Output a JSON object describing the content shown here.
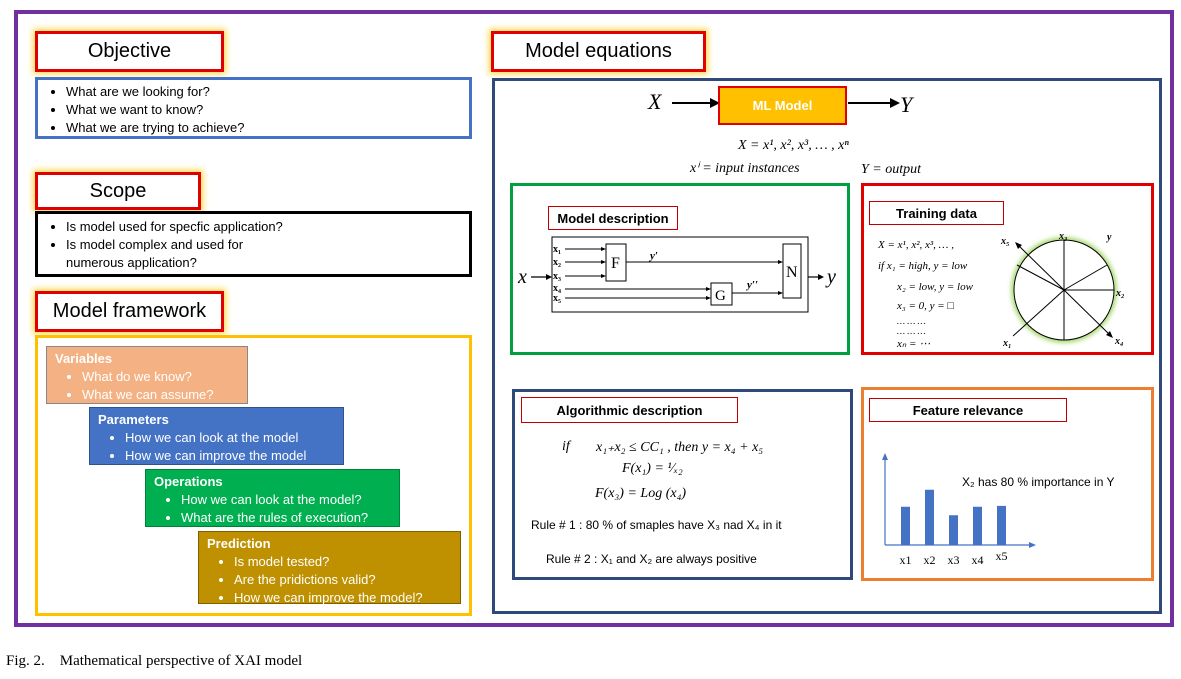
{
  "objective": {
    "title": "Objective",
    "items": [
      "What are we looking for?",
      "What we want to know?",
      "What we are trying to achieve?"
    ]
  },
  "scope": {
    "title": "Scope",
    "items": [
      "Is model used for specfic application?",
      "Is model complex and used for",
      "numerous application?"
    ]
  },
  "framework": {
    "title": "Model framework",
    "stages": [
      {
        "title": "Variables",
        "items": [
          "What do we know?",
          "What we can assume?"
        ],
        "color": "#f4b183"
      },
      {
        "title": "Parameters",
        "items": [
          "How we can look at the model",
          "How we can improve the model"
        ],
        "color": "#4472c4"
      },
      {
        "title": "Operations",
        "items": [
          "How we can look at the model?",
          "What are the rules of execution?"
        ],
        "color": "#00b050"
      },
      {
        "title": "Prediction",
        "items": [
          "Is model tested?",
          "Are the pridictions valid?",
          "How we can improve the model?"
        ],
        "color": "#bf9000"
      }
    ]
  },
  "equations": {
    "title": "Model equations",
    "input": "X",
    "model_label": "ML Model",
    "output": "Y",
    "x_def": "X = x¹, x², x³, … , xⁿ",
    "xi_def": "xⁱ = input instances",
    "y_def": "Y = output"
  },
  "model_description": {
    "title": "Model description",
    "input": "x",
    "output": "y",
    "inputs": [
      "x₁",
      "x₂",
      "x₃",
      "x₄",
      "x₅"
    ],
    "f_label": "F",
    "g_label": "G",
    "n_label": "N",
    "y1": "y′",
    "y2": "y′′"
  },
  "training_data": {
    "title": "Training data",
    "lines": [
      "X = x¹, x², x³, … ,",
      "if   x₁ = high, y = low",
      "x₂ = low, y = low",
      "x₃ = 0, y = □",
      "… … …",
      "… … …",
      "xₙ = ⋯"
    ],
    "radar_labels": [
      "x₅",
      "x₃",
      "y",
      "x₂",
      "x₄",
      "x₁"
    ]
  },
  "algorithmic_description": {
    "title": "Algorithmic description",
    "eq1_if": "if",
    "eq1": "x₁₊x₂ ≤ CC₁ , then  y = x₄ + x₅",
    "eq2": "F(x₁) = ¹⁄ₓ₂",
    "eq3": "F(x₃) = Log (x₄)",
    "rule1": "Rule # 1 : 80 % of smaples have X₃ nad X₄ in it",
    "rule2": "Rule # 2 : X₁ and X₂ are always positive"
  },
  "feature_relevance": {
    "title": "Feature relevance",
    "note": "X₂ has 80 % importance in Y"
  },
  "chart_data": {
    "type": "bar",
    "categories": [
      "x1",
      "x2",
      "x3",
      "x4",
      "x5"
    ],
    "values": [
      45,
      65,
      35,
      45,
      46
    ],
    "title": "",
    "xlabel": "",
    "ylabel": "",
    "ylim": [
      0,
      100
    ],
    "color": "#4472c4"
  },
  "caption": "Fig. 2.    Mathematical perspective of XAI model"
}
